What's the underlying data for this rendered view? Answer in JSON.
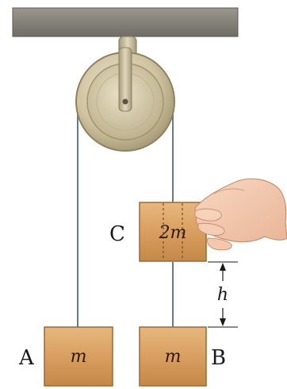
{
  "labels": {
    "block_a": "A",
    "block_b": "B",
    "block_c": "C",
    "mass_a": "m",
    "mass_b": "m",
    "mass_c": "2m",
    "height": "h"
  },
  "colors": {
    "ceiling": "#8a877f",
    "pulley_rim": "#b8ab88",
    "pulley_face": "#d8ceb0",
    "rope": "#5f7f8c",
    "block_wood": "#d9a266",
    "block_edge": "#9c6a34",
    "skin": "#f3cbb0"
  },
  "icons": {
    "pulley": "pulley-wheel",
    "hand": "hand-holding-block"
  }
}
